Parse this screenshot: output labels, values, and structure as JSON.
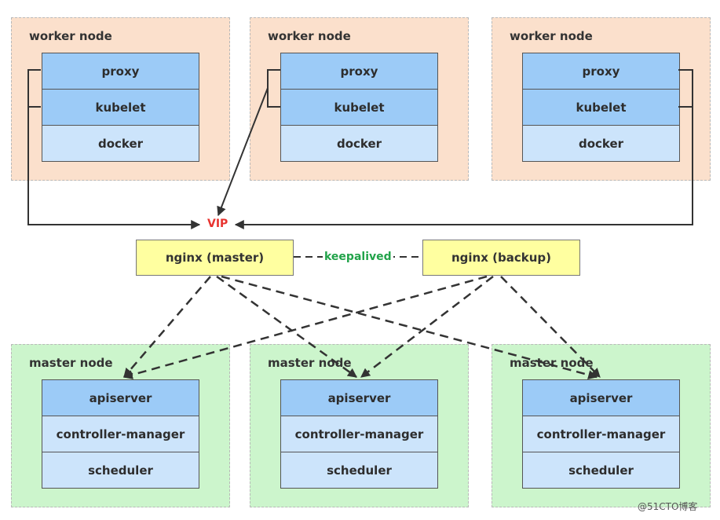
{
  "worker_nodes": [
    {
      "title": "worker node",
      "components": [
        "proxy",
        "kubelet",
        "docker"
      ]
    },
    {
      "title": "worker node",
      "components": [
        "proxy",
        "kubelet",
        "docker"
      ]
    },
    {
      "title": "worker node",
      "components": [
        "proxy",
        "kubelet",
        "docker"
      ]
    }
  ],
  "master_nodes": [
    {
      "title": "master node",
      "components": [
        "apiserver",
        "controller-manager",
        "scheduler"
      ]
    },
    {
      "title": "master node",
      "components": [
        "apiserver",
        "controller-manager",
        "scheduler"
      ]
    },
    {
      "title": "master node",
      "components": [
        "apiserver",
        "controller-manager",
        "scheduler"
      ]
    }
  ],
  "vip": "VIP",
  "load_balancers": {
    "master": "nginx (master)",
    "backup": "nginx (backup)",
    "link_label": "keepalived"
  },
  "watermark": "@51CTO博客",
  "colors": {
    "worker_bg": "#fbe0cc",
    "master_bg": "#ccf5cc",
    "component_dark": "#9ccbf7",
    "component_light": "#cce4fb",
    "nginx_bg": "#ffffa0",
    "vip_text": "#e8332f",
    "keepalived_text": "#22a34a"
  }
}
